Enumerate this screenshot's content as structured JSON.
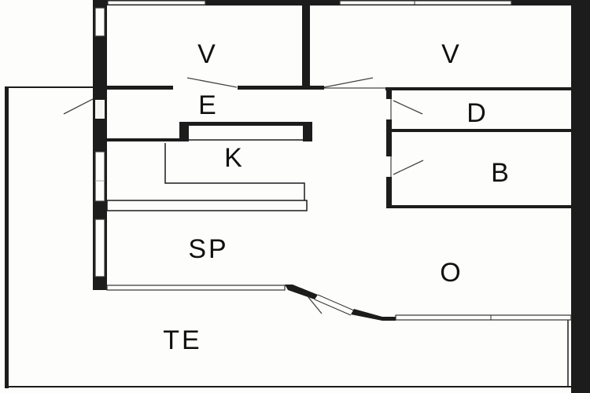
{
  "diagram": {
    "type": "floor-plan",
    "background": "#fdfdfb",
    "wall_color": "#1c1c1c",
    "rooms": [
      {
        "id": "v1",
        "label": "V"
      },
      {
        "id": "v2",
        "label": "V"
      },
      {
        "id": "e",
        "label": "E"
      },
      {
        "id": "d",
        "label": "D"
      },
      {
        "id": "k",
        "label": "K"
      },
      {
        "id": "b",
        "label": "B"
      },
      {
        "id": "sp",
        "label": "SP"
      },
      {
        "id": "o",
        "label": "O"
      },
      {
        "id": "te",
        "label": "TE"
      }
    ]
  }
}
